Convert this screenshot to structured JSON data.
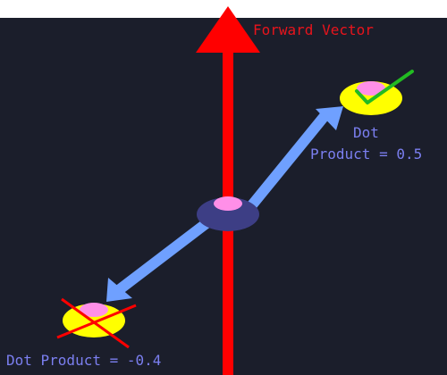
{
  "colors": {
    "background": "#1b1e2b",
    "top_strip": "#ffffff",
    "forward_vector": "#ff0000",
    "dot_vector": "#6fa0ff",
    "center_object": "#3d3e85",
    "object_top": "#ff8fe8",
    "target_object": "#ffff00",
    "check_mark": "#22bb22",
    "cross_mark": "#ff0000",
    "label_text": "#7b7ff0",
    "forward_label_text": "#e8141c"
  },
  "labels": {
    "forward_vector": "Forward Vector",
    "positive_dot_line1": "Dot",
    "positive_dot_line2": "Product = 0.5",
    "negative_dot": "Dot Product = -0.4"
  },
  "icons": {
    "positive": "check-icon",
    "negative": "cross-icon"
  }
}
